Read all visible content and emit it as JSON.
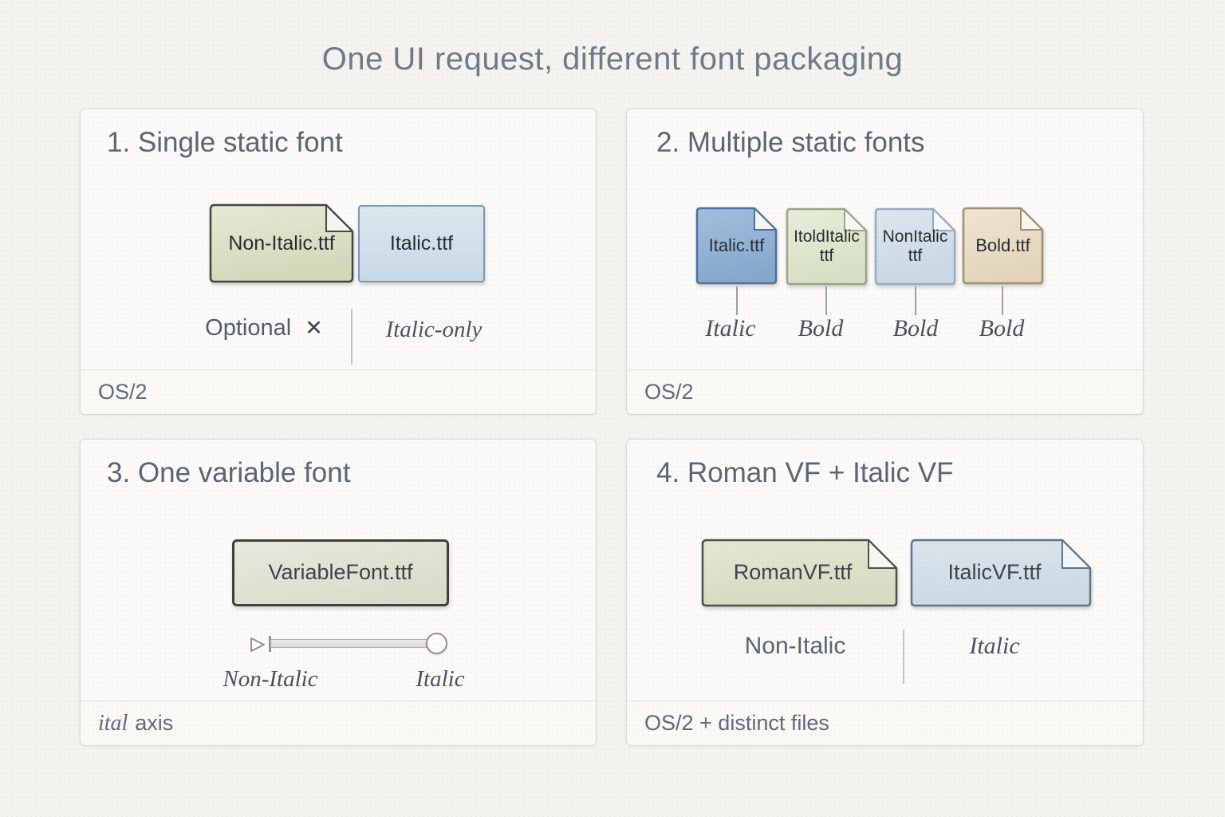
{
  "title": "One UI request, different font packaging",
  "colors": {
    "background": "#f4f3ef",
    "panel_background": "#fbfaf8",
    "panel_border": "#dbd9d4",
    "heading_text": "#5a6571",
    "footer_text": "#5f6a76",
    "annotation_serif_text": "#49525c",
    "file_green": "#dce2c4",
    "file_light_blue": "#d3e0ea",
    "file_blue": "#93b1d4",
    "file_pale_green": "#dfe7d2",
    "file_tan": "#e8ddc2",
    "file_variable_green": "#dde2d0"
  },
  "panels": [
    {
      "heading": "1. Single static font",
      "files": [
        {
          "name": "Non-Italic.ttf"
        },
        {
          "name": "Italic.ttf"
        }
      ],
      "optional_label": "Optional",
      "optional_icon": "✕",
      "italic_only_label": "Italic-only",
      "footer": "OS/2"
    },
    {
      "heading": "2. Multiple static fonts",
      "files": [
        {
          "name": "Italic.ttf",
          "tag": "Italic"
        },
        {
          "name": "ItoldItalic\nttf",
          "tag": "Bold"
        },
        {
          "name": "NonItalic\nttf",
          "tag": "Bold"
        },
        {
          "name": "Bold.ttf",
          "tag": "Bold"
        }
      ],
      "footer": "OS/2"
    },
    {
      "heading": "3. One variable font",
      "files": [
        {
          "name": "VariableFont.ttf"
        }
      ],
      "slider": {
        "left_label": "Non-Italic",
        "right_label": "Italic"
      },
      "footer_axis_name": "ital",
      "footer_axis_rest": "axis"
    },
    {
      "heading": "4. Roman VF + Italic VF",
      "files": [
        {
          "name": "RomanVF.ttf"
        },
        {
          "name": "ItalicVF.ttf"
        }
      ],
      "left_label": "Non-Italic",
      "right_label": "Italic",
      "footer": "OS/2 + distinct files"
    }
  ]
}
